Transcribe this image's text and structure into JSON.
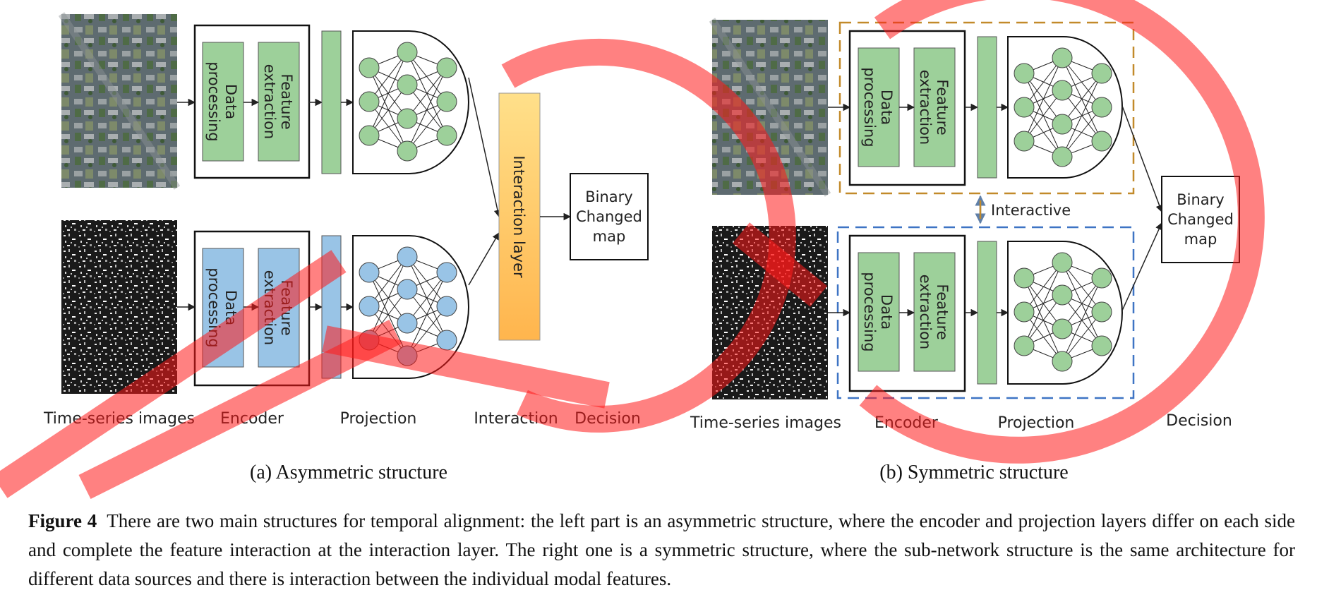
{
  "labels": {
    "data_processing": [
      "Data",
      "processing"
    ],
    "feature_extraction": [
      "Feature",
      "extraction"
    ],
    "interaction_layer": "Interaction layer",
    "binary_map": [
      "Binary",
      "Changed",
      "map"
    ],
    "interactive": "Interactive"
  },
  "left": {
    "columns": [
      "Time-series images",
      "Encoder",
      "Projection",
      "Interaction",
      "Decision"
    ],
    "subtitle": "(a) Asymmetric structure"
  },
  "right": {
    "columns": [
      "Time-series images",
      "Encoder",
      "Projection",
      "Decision"
    ],
    "subtitle": "(b) Symmetric structure"
  },
  "caption": {
    "label": "Figure 4",
    "text": "There are two main structures for temporal alignment: the left part is an asymmetric structure, where the encoder and projection layers differ on each side and complete the feature interaction at the interaction layer.  The right one is a symmetric structure, where the sub-network structure is the same architecture for different data sources and there is interaction between the individual modal features."
  },
  "colors": {
    "green": "#9dd09a",
    "blue": "#99c4e6",
    "orange": "#ffd98a",
    "dash_orange": "#c28a2a",
    "dash_blue": "#3e74c4",
    "watermark": "#ff1a1a"
  }
}
